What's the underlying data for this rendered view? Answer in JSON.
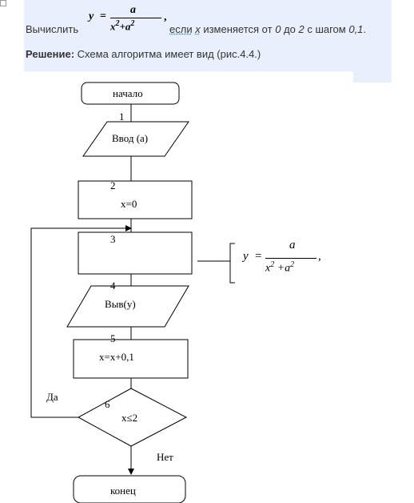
{
  "task": {
    "compute_label": "Вычислить",
    "if_word": "если",
    "var_x": "x",
    "changes_text": " изменяется от ",
    "from_value": "0",
    "to_word": " до ",
    "to_value": "2",
    "step_word": " с шагом ",
    "step_value": "0,1",
    "end_punct": "."
  },
  "formula": {
    "lhs": "y",
    "eq": "=",
    "numerator": "a",
    "den_x": "x",
    "den_exp1": "2",
    "den_plus": "+",
    "den_a": "a",
    "den_exp2": "2",
    "tail": ","
  },
  "solution": {
    "bold_label": "Решение:",
    "text": " Схема алгоритма имеет вид (рис.4.4.)"
  },
  "flowchart": {
    "start_label": "начало",
    "end_label": "конец",
    "blocks": [
      {
        "num": "1",
        "text": "Ввод (а)"
      },
      {
        "num": "2",
        "text": "x=0"
      },
      {
        "num": "3",
        "text": ""
      },
      {
        "num": "4",
        "text": "Выв(у)"
      },
      {
        "num": "5",
        "text": "x=x+0,1"
      },
      {
        "num": "6",
        "text": "x≤2"
      }
    ],
    "yes_label": "Да",
    "no_label": "Нет"
  },
  "annotation": {
    "lhs": "y",
    "eq": "=",
    "numerator": "a",
    "den_x": "x",
    "den_exp1": "2",
    "den_plus": "+",
    "den_a": "a",
    "den_exp2": "2",
    "tail": ","
  }
}
